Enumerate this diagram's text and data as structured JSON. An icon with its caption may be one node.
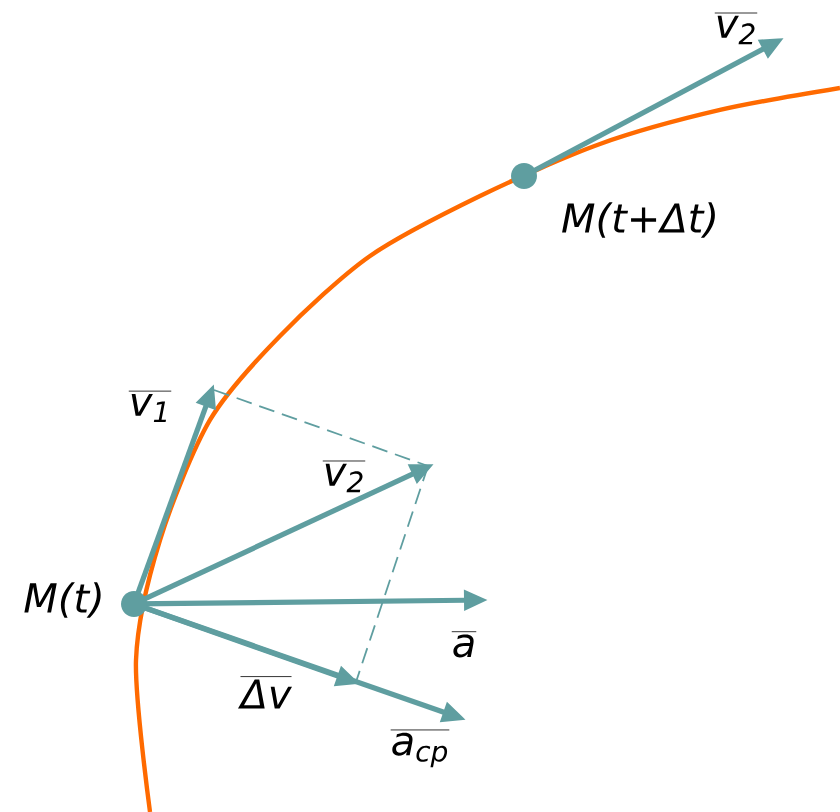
{
  "diagram": {
    "nodes": [
      {
        "text": [],
        "shape": "circle",
        "beside": [
          "M(t)"
        ]
      },
      {
        "text": [],
        "shape": "circle",
        "beside": [
          "M(t+Δt)"
        ]
      }
    ],
    "labels": [
      "v$_{2}$",
      "v$_{1}$",
      "v$_{2}$",
      "a",
      "Δv",
      "a$_{cp}$"
    ]
  }
}
